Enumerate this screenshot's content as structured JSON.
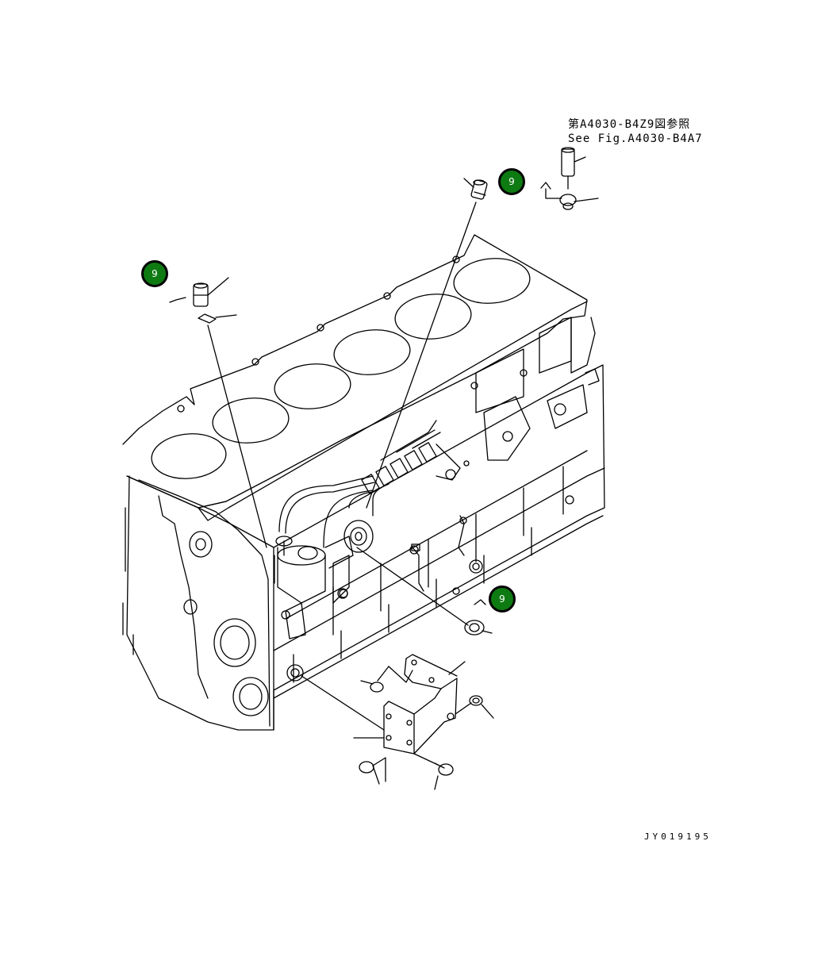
{
  "reference": {
    "line1": "第A4030-B4Z9図参照",
    "line2": "See Fig.A4030-B4A7"
  },
  "drawing_id": "JY019195",
  "callouts": [
    {
      "label": "9"
    },
    {
      "label": "9"
    },
    {
      "label": "9"
    }
  ],
  "colors": {
    "callout_fill": "#0e7a12",
    "line": "#000000"
  }
}
